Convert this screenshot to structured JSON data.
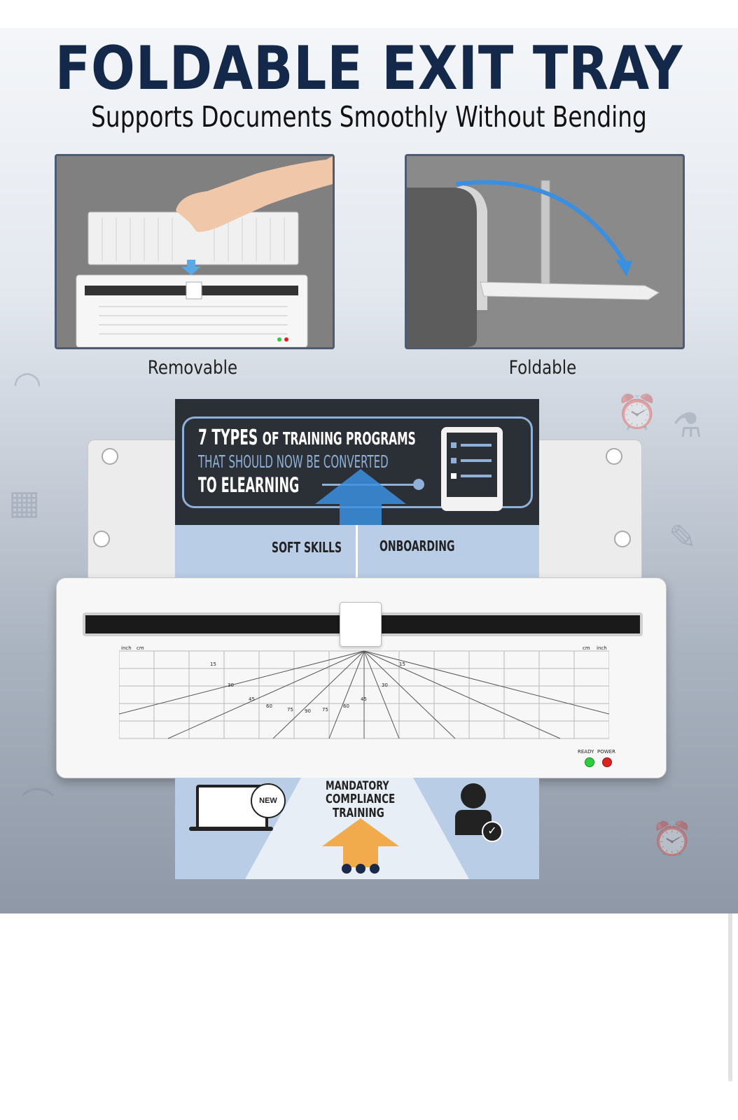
{
  "headline": "FOLDABLE EXIT TRAY",
  "subheadline": "Supports Documents Smoothly Without Bending",
  "panels": [
    {
      "caption": "Removable"
    },
    {
      "caption": "Foldable"
    }
  ],
  "document": {
    "title_line1_num": "7 TYPES",
    "title_line1_rest": "OF TRAINING PROGRAMS",
    "title_line2": "THAT SHOULD NOW BE CONVERTED",
    "title_line3": "TO ELEARNING",
    "item1": "SOFT SKILLS",
    "item2": "ONBOARDING",
    "item3_line1": "MANDATORY",
    "item3_line2": "COMPLIANCE",
    "item3_line3": "TRAINING",
    "badge_new": "NEW"
  },
  "machine": {
    "unit_inch": "inch",
    "unit_cm": "cm",
    "angles": [
      "15",
      "30",
      "45",
      "60",
      "75",
      "90",
      "75",
      "60",
      "45",
      "30",
      "15"
    ],
    "ready_label": "READY",
    "power_label": "POWER"
  },
  "colors": {
    "navy": "#14294a",
    "ready_led": "#2ecc40",
    "power_led": "#e02020",
    "arrow_blue": "#3b8fe0"
  }
}
